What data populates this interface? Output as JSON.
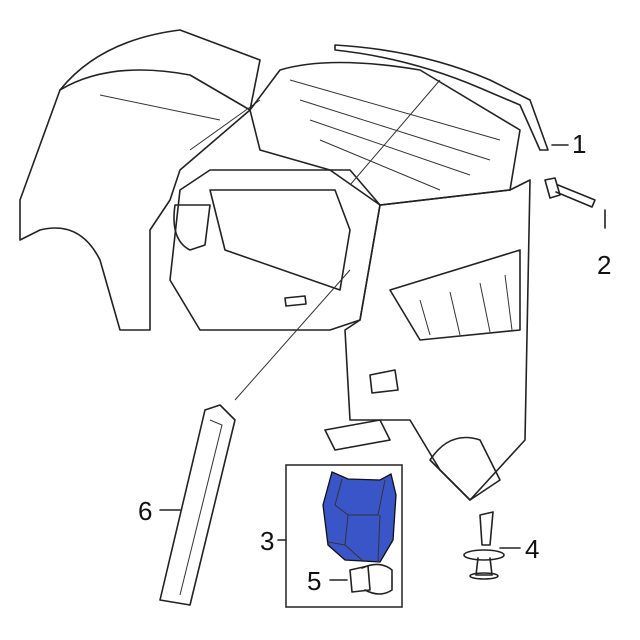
{
  "diagram": {
    "subject": "truck-cab-exterior-trim",
    "highlight_color": "#3a55c8",
    "callouts": [
      {
        "id": "1",
        "label": "1"
      },
      {
        "id": "2",
        "label": "2"
      },
      {
        "id": "3",
        "label": "3"
      },
      {
        "id": "4",
        "label": "4"
      },
      {
        "id": "5",
        "label": "5"
      },
      {
        "id": "6",
        "label": "6"
      }
    ]
  }
}
